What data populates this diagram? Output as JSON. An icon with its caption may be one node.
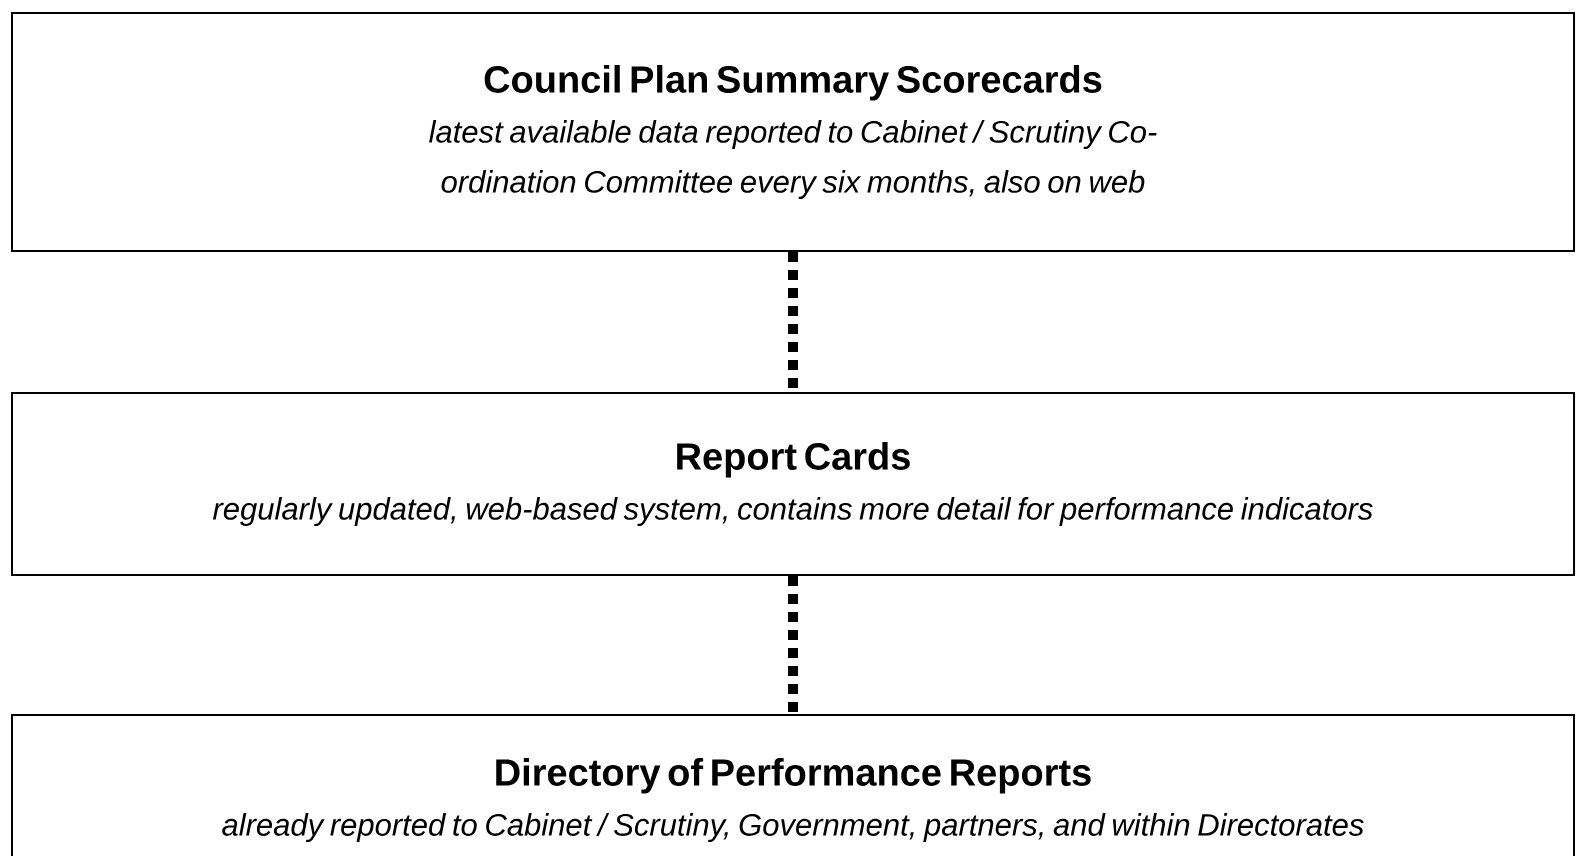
{
  "diagram": {
    "nodes": [
      {
        "text": [
          "Council Plan Summary Scorecards",
          "latest available data reported to Cabinet / Scrutiny Co-ordination Committee every six months, also on web"
        ]
      },
      {
        "text": [
          "Report Cards",
          "regularly updated, web-based system, contains more detail for performance indicators"
        ]
      },
      {
        "text": [
          "Directory of Performance Reports",
          "already reported to Cabinet / Scrutiny, Government, partners, and within Directorates"
        ]
      }
    ],
    "edges": [
      {
        "from": 0,
        "to": 1,
        "arrow": "none",
        "style": "dashed"
      },
      {
        "from": 1,
        "to": 2,
        "arrow": "none",
        "style": "dashed"
      }
    ]
  }
}
